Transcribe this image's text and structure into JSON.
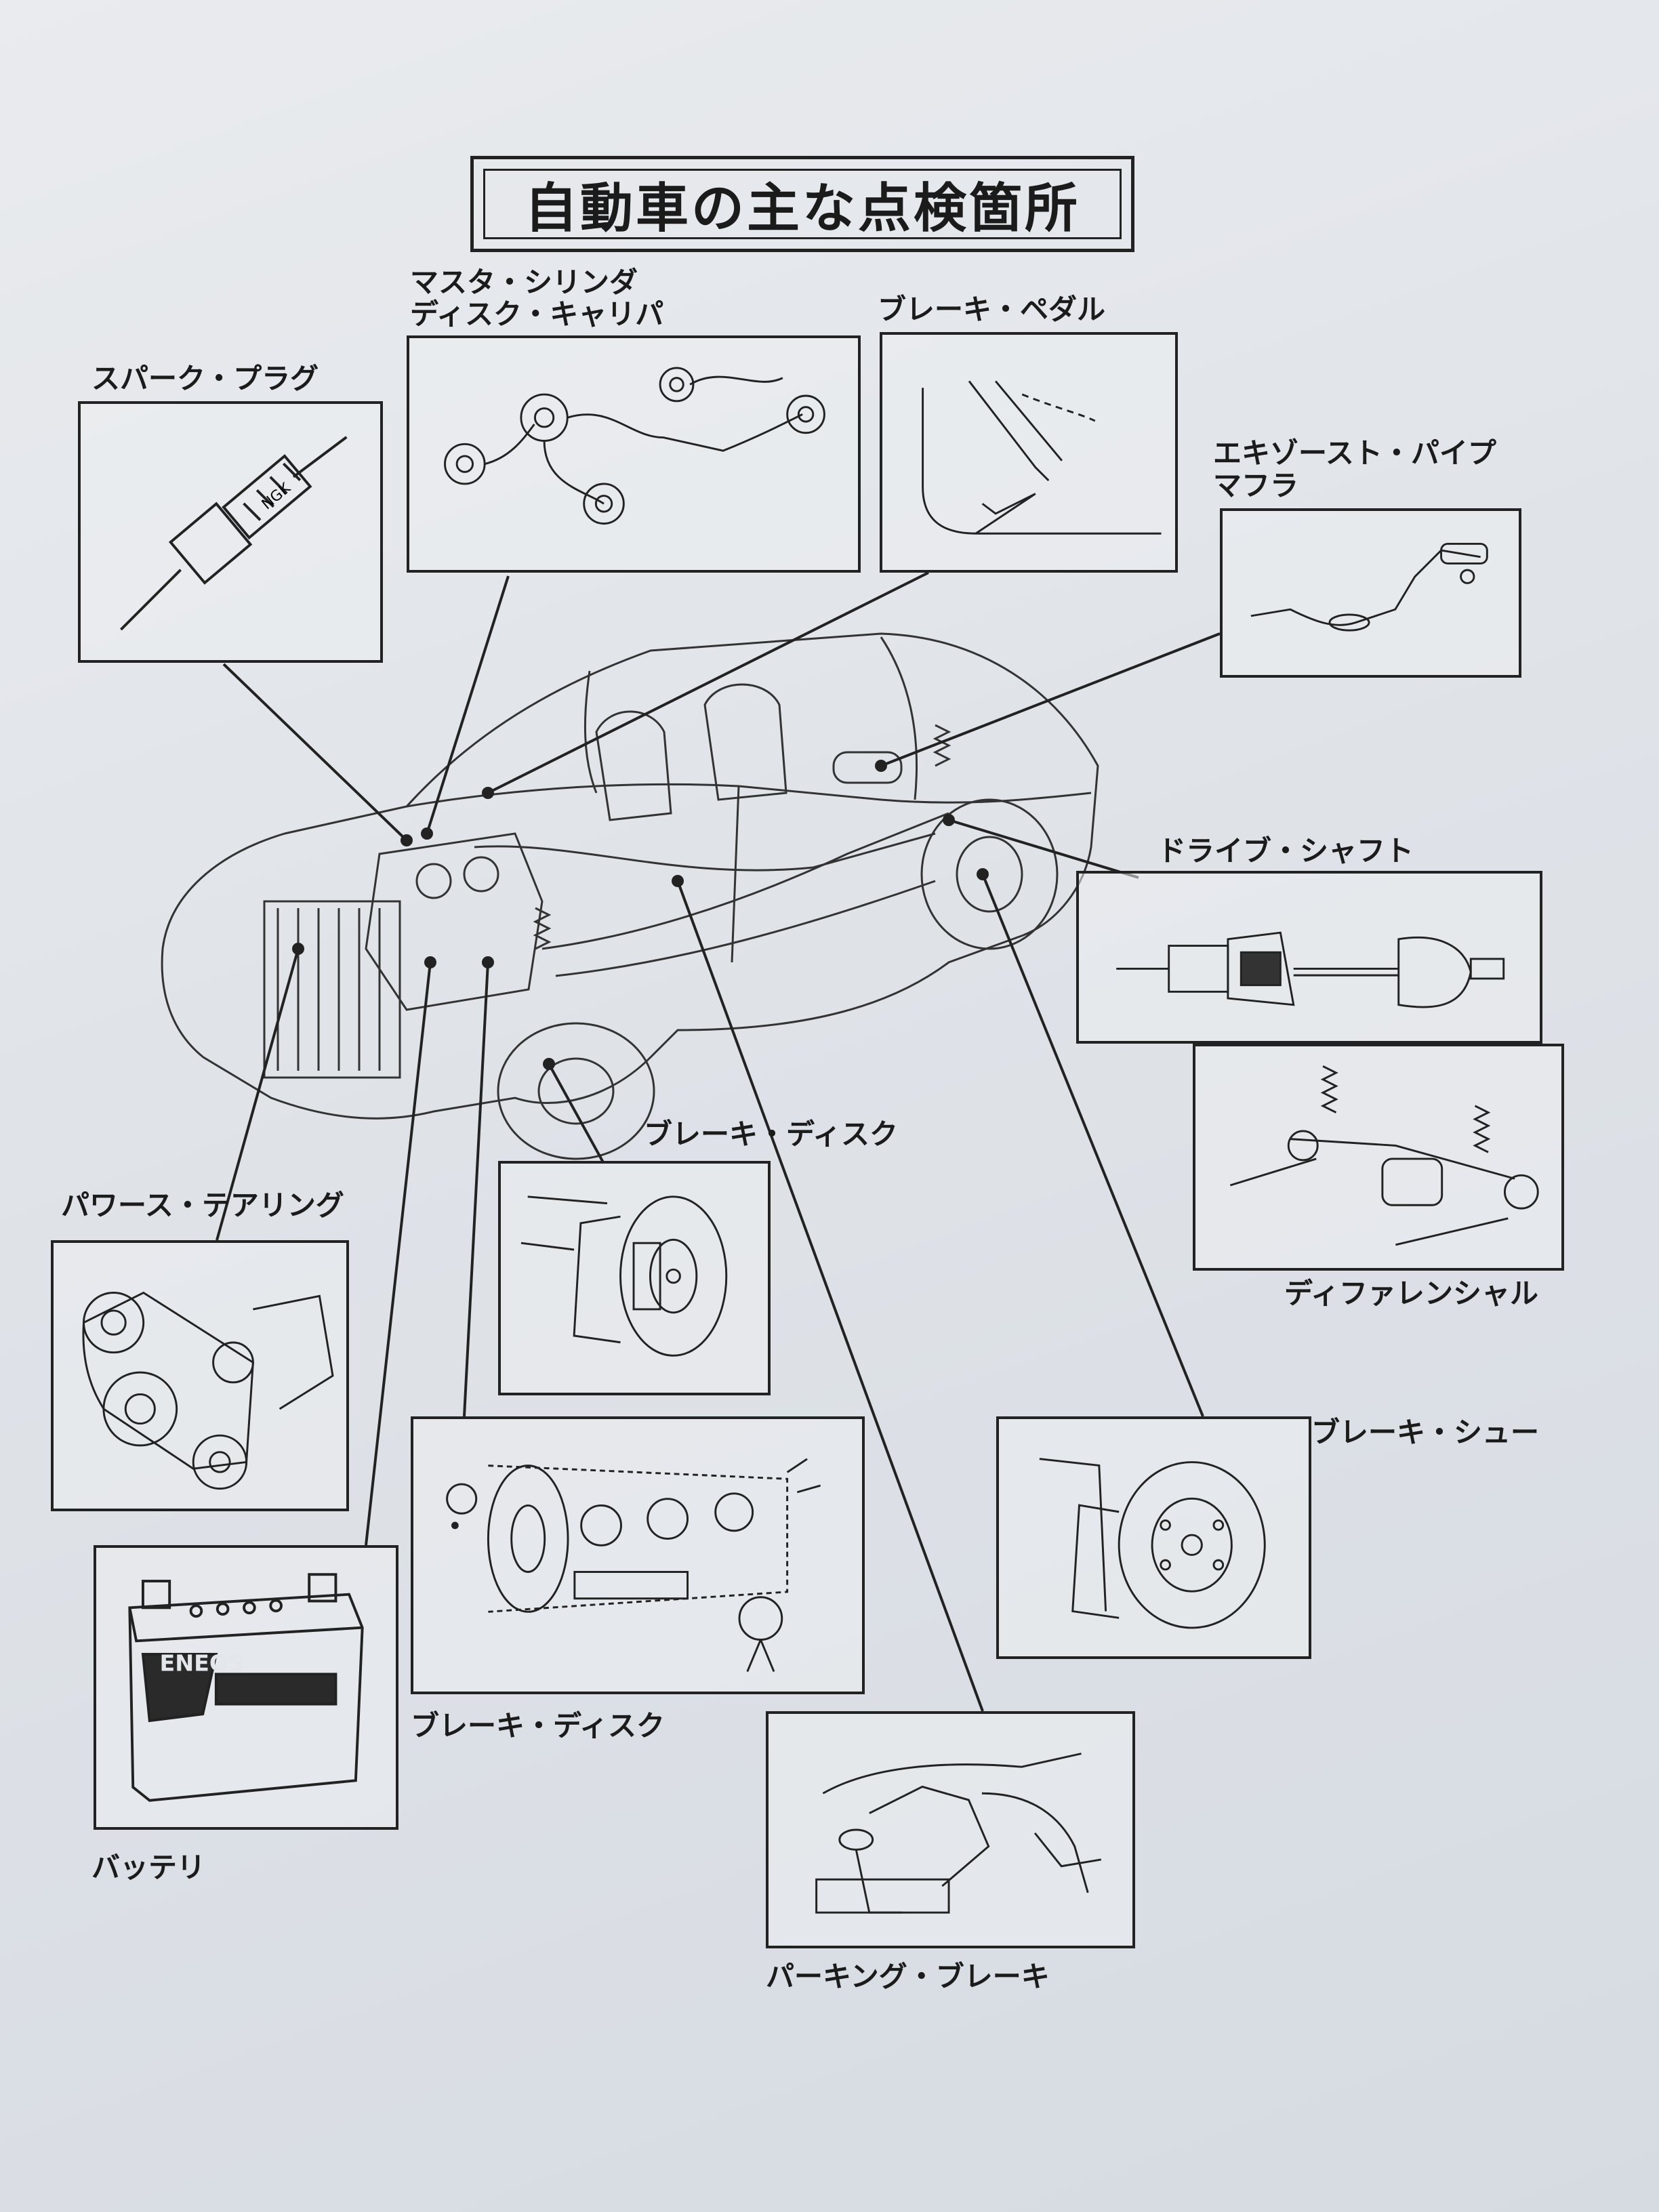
{
  "title": "自動車の主な点検箇所",
  "labels": {
    "spark_plug": "スパーク・プラグ",
    "master_cylinder_l1": "マスタ・シリンダ",
    "master_cylinder_l2": "ディスク・キャリパ",
    "brake_pedal": "ブレーキ・ペダル",
    "exhaust_l1": "エキゾースト・パイプ",
    "exhaust_l2": "マフラ",
    "drive_shaft": "ドライブ・シャフト",
    "differential": "ディファレンシャル",
    "brake_disc_upper": "ブレーキ・ディスク",
    "power_steering": "パワース・テアリング",
    "brake_disc_lower": "ブレーキ・ディスク",
    "brake_shoe": "ブレーキ・シュー",
    "battery": "バッテリ",
    "parking_brake": "パーキング・ブレーキ"
  },
  "battery_brand": "ENEOS",
  "spark_plug_brand": "NGK",
  "colors": {
    "ink": "#1b1b1b",
    "paper": "#e3e6ea"
  }
}
